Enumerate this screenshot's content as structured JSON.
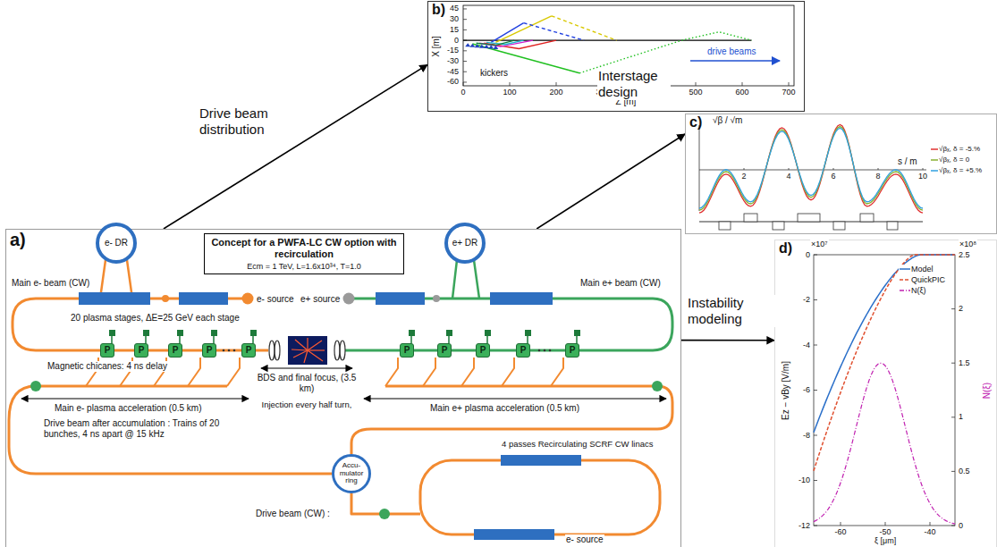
{
  "diagram": {
    "nodes": [
      {
        "text": [
          "a)"
        ]
      },
      {
        "text": [
          "Concept for a PWFA-LC CW option with recirculation",
          "Ecm = 1 TeV, L=1.6x10³⁴, T=1.0"
        ],
        "in": 0
      },
      {
        "text": [
          "e- DR"
        ],
        "in": 0
      },
      {
        "text": [
          "e+ DR"
        ],
        "in": 0
      },
      {
        "text": [
          "e- source"
        ],
        "in": 0
      },
      {
        "text": [
          "e+ source"
        ],
        "in": 0
      },
      {
        "text": [
          "P"
        ],
        "in": 0
      },
      {
        "text": [
          "P"
        ],
        "in": 0
      },
      {
        "text": [
          "P"
        ],
        "in": 0
      },
      {
        "text": [
          "P"
        ],
        "in": 0
      },
      {
        "text": [
          "P"
        ],
        "in": 0
      },
      {
        "text": [
          "P"
        ],
        "in": 0
      },
      {
        "text": [
          "P"
        ],
        "in": 0
      },
      {
        "text": [
          "P"
        ],
        "in": 0
      },
      {
        "text": [
          "P"
        ],
        "in": 0
      },
      {
        "text": [
          "P"
        ],
        "in": 0
      },
      {
        "text": [
          "Accu- mulator ring"
        ],
        "in": 0
      },
      {
        "text": [
          "b)"
        ]
      },
      {
        "text": [
          "c)"
        ]
      },
      {
        "text": [
          "d)"
        ]
      }
    ],
    "edges": [
      {
        "from": 0,
        "to": 17,
        "arrow": "to",
        "label": "Drive beam distribution"
      },
      {
        "from": 0,
        "to": 18,
        "arrow": "to",
        "label": "Interstage design"
      },
      {
        "from": 0,
        "to": 19,
        "arrow": "to",
        "label": "Instability modeling"
      }
    ],
    "labels": [
      "Main e- beam (CW)",
      "Main e+ beam (CW)",
      "20 plasma stages, ΔE=25 GeV each stage",
      "Magnetic chicanes: 4 ns delay",
      "BDS and final focus, (3.5 km)",
      "Injection every half turn,",
      "Main e- plasma acceleration (0.5 km)",
      "Main e+ plasma acceleration (0.5 km)",
      "Drive beam after accumulation : Trains of 20 bunches, 4 ns apart @ 15 kHz",
      "4 passes Recirculating SCRF CW linacs",
      "Drive beam (CW) :",
      "e- source",
      "45",
      "30",
      "15",
      "0",
      "-15",
      "-30",
      "-45",
      "-60",
      "0",
      "100",
      "200",
      "300",
      "400",
      "500",
      "600",
      "700",
      "X [m]",
      "Z [m]",
      "drive beams",
      "kickers",
      "√β / √m",
      "2",
      "4",
      "6",
      "8",
      "10",
      "s / m",
      "×10⁷",
      "0",
      "-2",
      "-4",
      "-6",
      "-8",
      "-10",
      "-12",
      "Ez − vBy [V/m]",
      "×10⁸",
      "2.5",
      "2",
      "1.5",
      "1",
      "0.5",
      "0",
      "-60",
      "-50",
      "-40",
      "ξ [μm]",
      "N(ξ)"
    ],
    "legend": [
      {
        "text": "√βₓ, δ = -5.%"
      },
      {
        "text": "√βₓ, δ = 0"
      },
      {
        "text": "√βₓ, δ = +5.%"
      },
      {
        "text": "Model"
      },
      {
        "text": "QuickPIC"
      },
      {
        "text": "N(ξ)"
      }
    ]
  }
}
